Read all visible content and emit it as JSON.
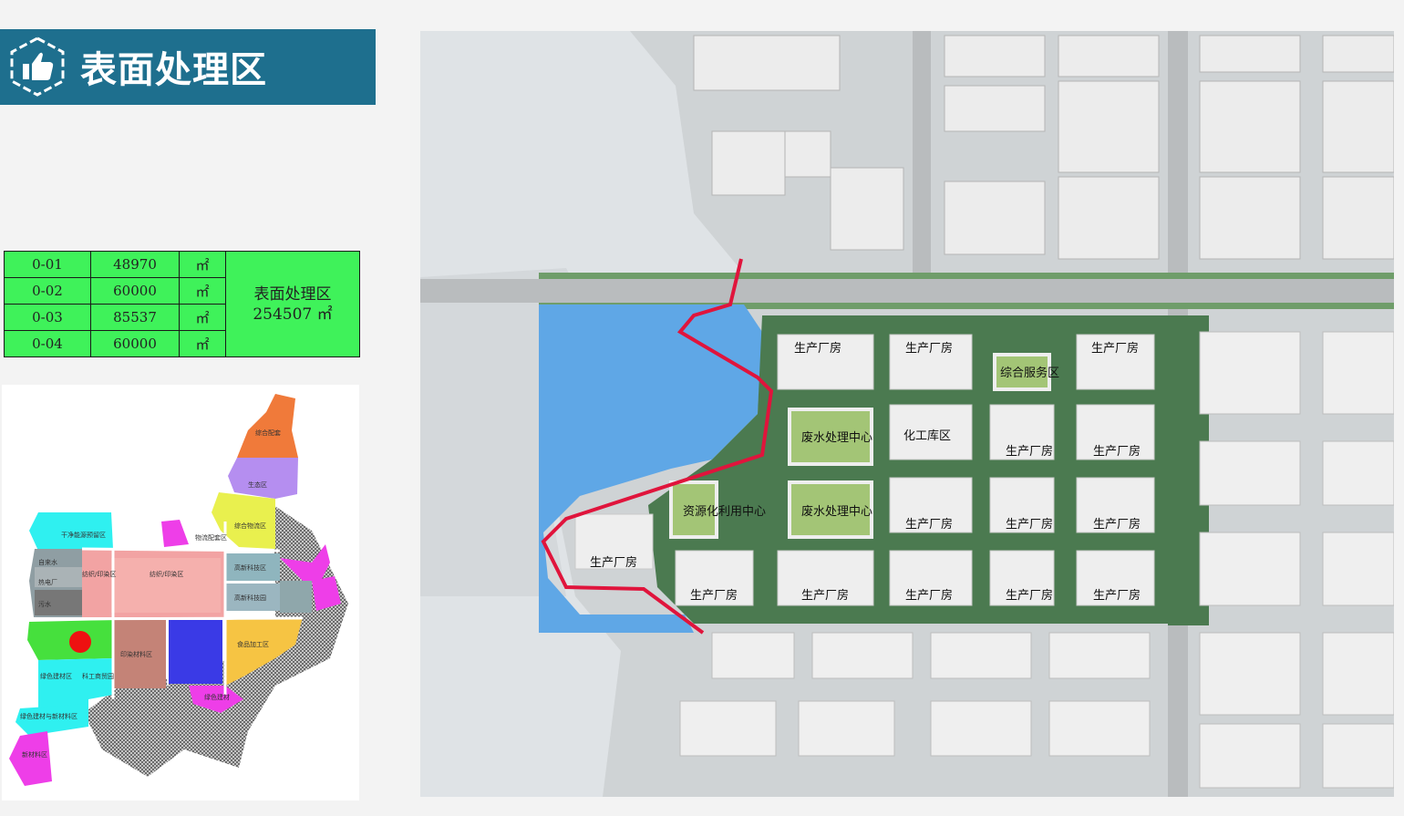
{
  "header": {
    "title": "表面处理区"
  },
  "land_table": {
    "rows": [
      {
        "id": "0-01",
        "area": "48970",
        "unit": "㎡"
      },
      {
        "id": "0-02",
        "area": "60000",
        "unit": "㎡"
      },
      {
        "id": "0-03",
        "area": "85537",
        "unit": "㎡"
      },
      {
        "id": "0-04",
        "area": "60000",
        "unit": "㎡"
      }
    ],
    "zone_name": "表面处理区",
    "zone_total": "254507 ㎡"
  },
  "minimap": {
    "labels": [
      "干净能源预留区",
      "自来水",
      "热电厂",
      "污水",
      "纺织/印染区",
      "纺织/印染区",
      "高新科技区",
      "高新科技园",
      "食品加工区",
      "印染材料区",
      "物流配套区",
      "综合物流区",
      "绿色建材区",
      "绿色建材与新材料区",
      "生态区",
      "综合配套",
      "绿色建材",
      "科工商贸园",
      "新材料区"
    ],
    "colors": {
      "orange": "#f07a3a",
      "purple": "#b58ef0",
      "yellow": "#e9f04e",
      "pink": "#f2a3a3",
      "blue": "#3a3ae6",
      "brown": "#c48377",
      "gold": "#f6c443",
      "green": "#46e03d",
      "cyan": "#2ff0f0",
      "magenta": "#ee3ee8",
      "gray": "#8f9ea3",
      "marker": "#ee1111"
    }
  },
  "mainmap": {
    "labels": {
      "factory": "生产厂房",
      "service": "综合服务区",
      "wastewater": "废水处理中心",
      "chemical": "化工库区",
      "resource": "资源化利用中心"
    },
    "colors": {
      "water": "#5fa7e6",
      "zone_green": "#4b7a50",
      "building": "#eeeeee",
      "roof": "#a3c576",
      "boundary": "#e0143c",
      "road": "#b9bcbe"
    }
  }
}
